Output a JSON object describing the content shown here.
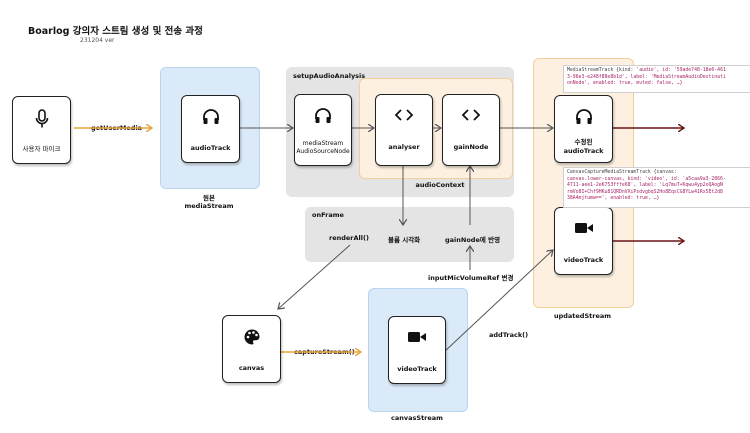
{
  "title": "Boarlog 강의자 스트림 생성 및 전송 과정",
  "subtitle": "231204 ver",
  "nodes": {
    "mic": {
      "label": "사용자 마이크",
      "icon": "microphone-icon"
    },
    "original_audio_track": {
      "label": "audioTrack",
      "icon": "headphones-icon"
    },
    "media_stream_source": {
      "label_line1": "mediaStream",
      "label_line2": "AudioSourceNode",
      "icon": "headphones-icon"
    },
    "analyser": {
      "label": "analyser",
      "icon": "code-icon"
    },
    "gain": {
      "label": "gainNode",
      "icon": "code-icon"
    },
    "modified_audio_track": {
      "label_line1": "수정된",
      "label_line2": "audioTrack",
      "icon": "headphones-icon"
    },
    "video_track_out": {
      "label": "videoTrack",
      "icon": "video-camera-icon"
    },
    "canvas": {
      "label": "canvas",
      "icon": "palette-icon"
    },
    "canvas_video_track": {
      "label": "videoTrack",
      "icon": "video-camera-icon"
    }
  },
  "regions": {
    "original_stream": {
      "label_line1": "원본",
      "label_line2": "mediaStream"
    },
    "setup_audio": {
      "label": "setupAudioAnalysis"
    },
    "audio_context": {
      "label": "audioContext"
    },
    "on_frame": {
      "label": "onFrame"
    },
    "updated_stream": {
      "label": "updatedStream"
    },
    "canvas_stream": {
      "label": "canvasStream"
    }
  },
  "on_frame_items": [
    "renderAll()",
    "볼륨 시각화",
    "gainNode에 반영"
  ],
  "edges": {
    "get_user_media": "getUserMedia",
    "capture_stream": "captureStream()",
    "add_track": "addTrack()",
    "input_volume": "inputMicVolumeRef 변경"
  },
  "logs": {
    "audio": {
      "line1_kw": "MediaStreamTrack {kind: ",
      "line1_rest": "'audio', id: '59ade748-18e6-461",
      "line2": "3-96e3-e248f88e8b1d', label: 'MediaStreamAudioDestinati",
      "line3": "onNode', enabled: true, muted: false, …}"
    },
    "video": {
      "line1_kw": "CanvasCaptureMediaStreamTrack {canvas: ",
      "line2": "canvas.lower-canvas, kind: 'video', id: 'a5caa9a3-2866-",
      "line3": "4711-aee1-2e6753fffe68', label: 'Lq7muT+Kqwu4yp2oQAogN",
      "line4": "rmVo8I+Chf9HKu81QRDnVXiPsdvgbqS2Ho8EqsCG8YLw41Rx5Et2d8",
      "line5": "38A4mjtumw==', enabled: true, …}"
    }
  },
  "colors": {
    "blue_region": "#dbeaf8",
    "gray_region": "#e4e4e4",
    "orange_region": "#fdf0e0",
    "accent_arrow": "#e8a33a",
    "output_arrow": "#6b1414"
  }
}
